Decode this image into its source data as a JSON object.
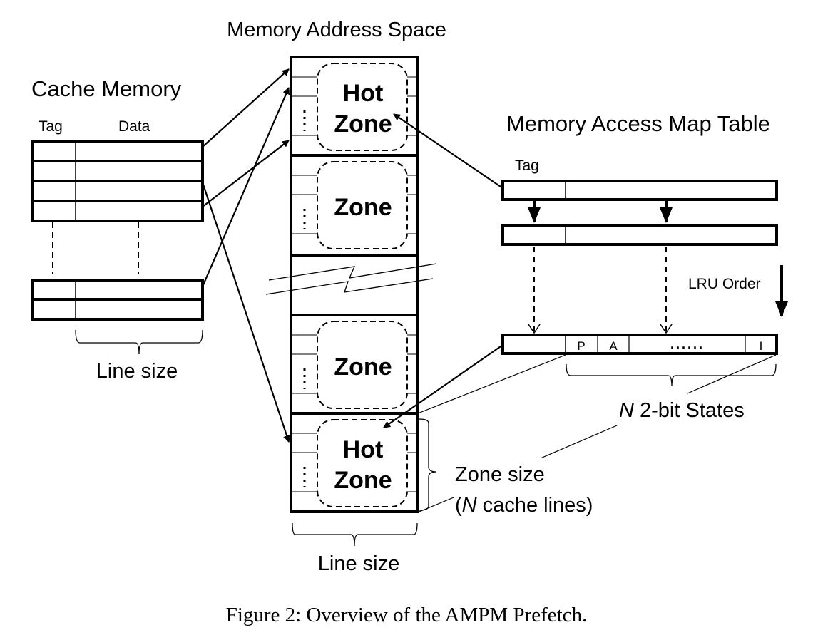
{
  "figure": {
    "caption": "Figure 2: Overview of the AMPM Prefetch."
  },
  "cache_memory": {
    "title": "Cache Memory",
    "col_tag": "Tag",
    "col_data": "Data",
    "brace_label": "Line size"
  },
  "memory_address_space": {
    "title": "Memory Address Space",
    "zones": [
      {
        "line1": "Hot",
        "line2": "Zone",
        "hot": true
      },
      {
        "line1": "",
        "line2": "Zone",
        "hot": false
      },
      {
        "line1": "",
        "line2": "Zone",
        "hot": false
      },
      {
        "line1": "Hot",
        "line2": "Zone",
        "hot": true
      }
    ],
    "brace_label": "Line size",
    "zone_size_label": "Zone size",
    "zone_size_sub_prefix": "(",
    "zone_size_sub_n": "N",
    "zone_size_sub_suffix": " cache lines)"
  },
  "map_table": {
    "title": "Memory Access Map Table",
    "col_tag": "Tag",
    "lru_label": "LRU Order",
    "states": [
      "P",
      "A",
      "......",
      "I"
    ],
    "states_label_n": "N",
    "states_label_rest": " 2-bit States"
  }
}
